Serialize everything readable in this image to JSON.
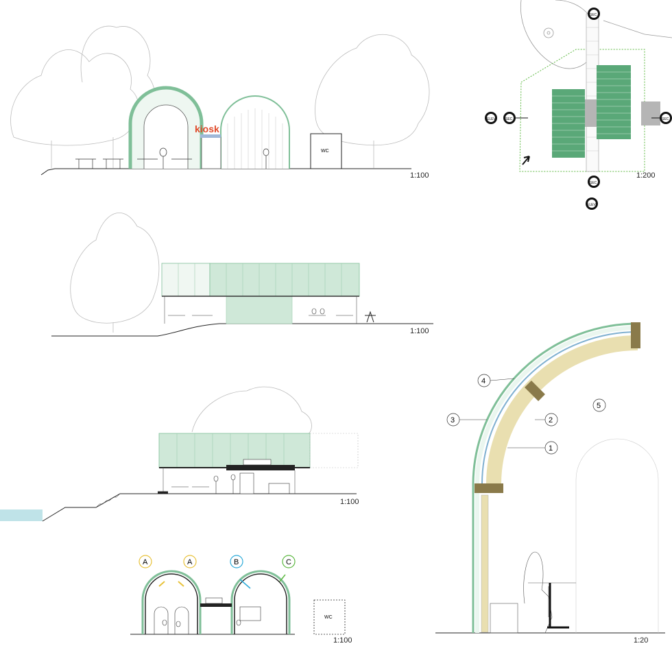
{
  "drawings": {
    "front_elevation": {
      "scale": "1:100",
      "sign": "kiosk",
      "wc_label": "WC"
    },
    "site_plan": {
      "scale": "1:200",
      "markers": {
        "sec": "SEC",
        "elev": "ELEV"
      }
    },
    "side_elevation": {
      "scale": "1:100"
    },
    "long_section": {
      "scale": "1:100"
    },
    "cross_section": {
      "scale": "1:100",
      "wc_label": "WC",
      "callouts": [
        {
          "label": "A",
          "color": "#e8c23a"
        },
        {
          "label": "A",
          "color": "#e8c23a"
        },
        {
          "label": "B",
          "color": "#2aa9d8"
        },
        {
          "label": "C",
          "color": "#5cb840"
        }
      ]
    },
    "detail_section": {
      "scale": "1:20",
      "callouts": [
        {
          "label": "4"
        },
        {
          "label": "3"
        },
        {
          "label": "2"
        },
        {
          "label": "1"
        },
        {
          "label": "5"
        }
      ]
    }
  },
  "colors": {
    "mint": "#cfe8d8",
    "mint_stroke": "#7fbf98",
    "sign_red": "#e04a2a",
    "water": "#bfe3e8",
    "timber": "#e9dfb0",
    "dark_timber": "#8a7a4a"
  }
}
